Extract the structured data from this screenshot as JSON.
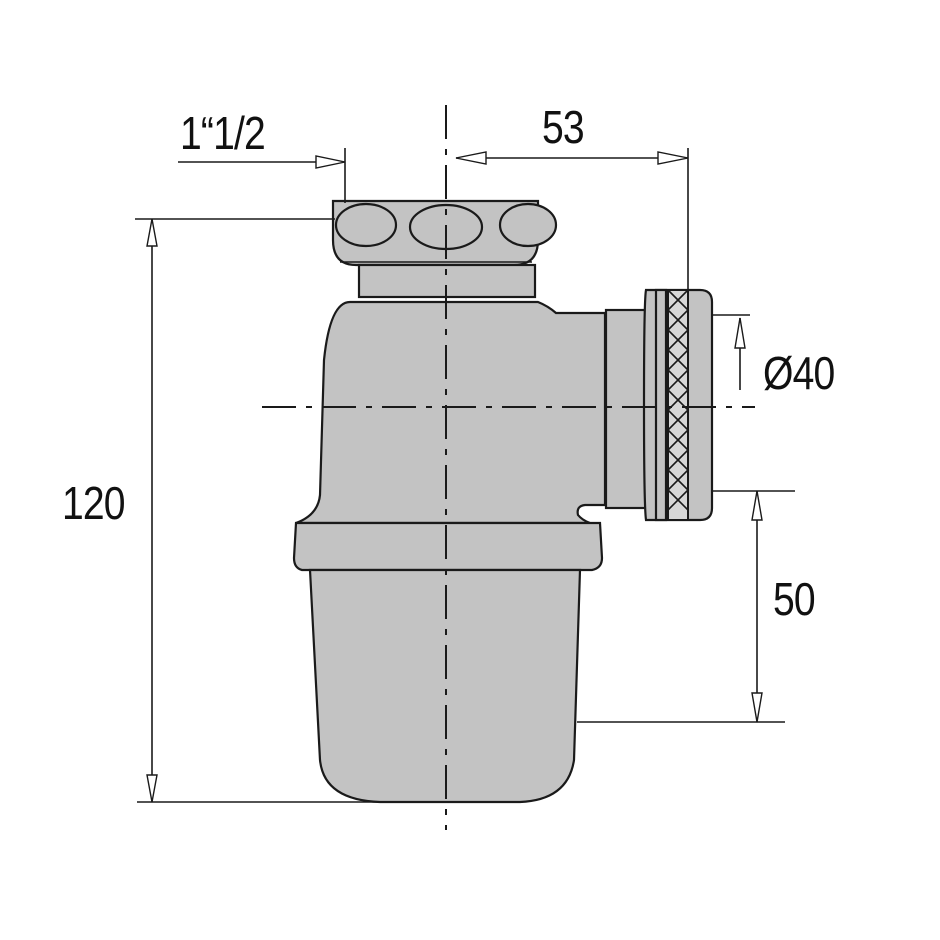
{
  "drawing": {
    "subject": "Bottle siphon / sink trap technical dimension drawing",
    "fill_color": "#c3c3c3",
    "line_color": "#1a1a1a",
    "background": "#ffffff"
  },
  "dimensions": {
    "thread_size": "1“1/2",
    "outlet_offset": "53",
    "outlet_diameter": "Ø40",
    "total_height": "120",
    "outlet_height": "50"
  }
}
